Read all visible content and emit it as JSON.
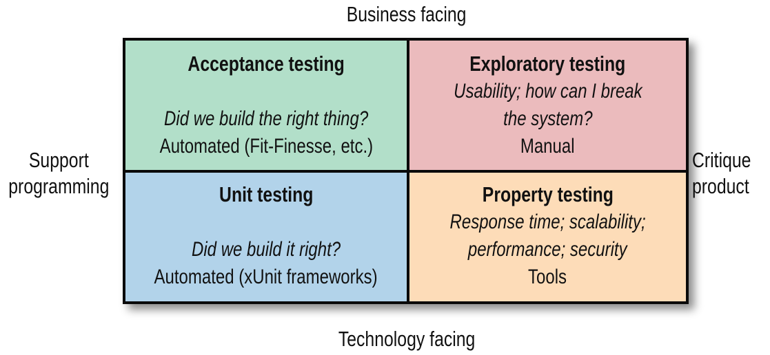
{
  "diagram": {
    "type": "quadrant-matrix",
    "axes": {
      "top": "Business facing",
      "bottom": "Technology facing",
      "left": [
        "Support",
        "programming"
      ],
      "right": [
        "Critique",
        "product"
      ]
    },
    "quadrants": {
      "top_left": {
        "title": "Acceptance testing",
        "italic_lines": [
          "Did we build the right thing?"
        ],
        "plain_lines": [
          "Automated (Fit-Finesse, etc.)"
        ],
        "color": "#b2dfc9"
      },
      "top_right": {
        "title": "Exploratory testing",
        "italic_lines": [
          "Usability; how can I break",
          "the system?"
        ],
        "plain_lines": [
          "Manual"
        ],
        "color": "#ebbbbd"
      },
      "bottom_left": {
        "title": "Unit testing",
        "italic_lines": [
          "Did we build it right?"
        ],
        "plain_lines": [
          "Automated (xUnit frameworks)"
        ],
        "color": "#b2d3ea"
      },
      "bottom_right": {
        "title": "Property testing",
        "italic_lines": [
          "Response time; scalability;",
          "performance; security"
        ],
        "plain_lines": [
          "Tools"
        ],
        "color": "#fddcb8"
      }
    },
    "border_color": "#0a0a0a"
  }
}
